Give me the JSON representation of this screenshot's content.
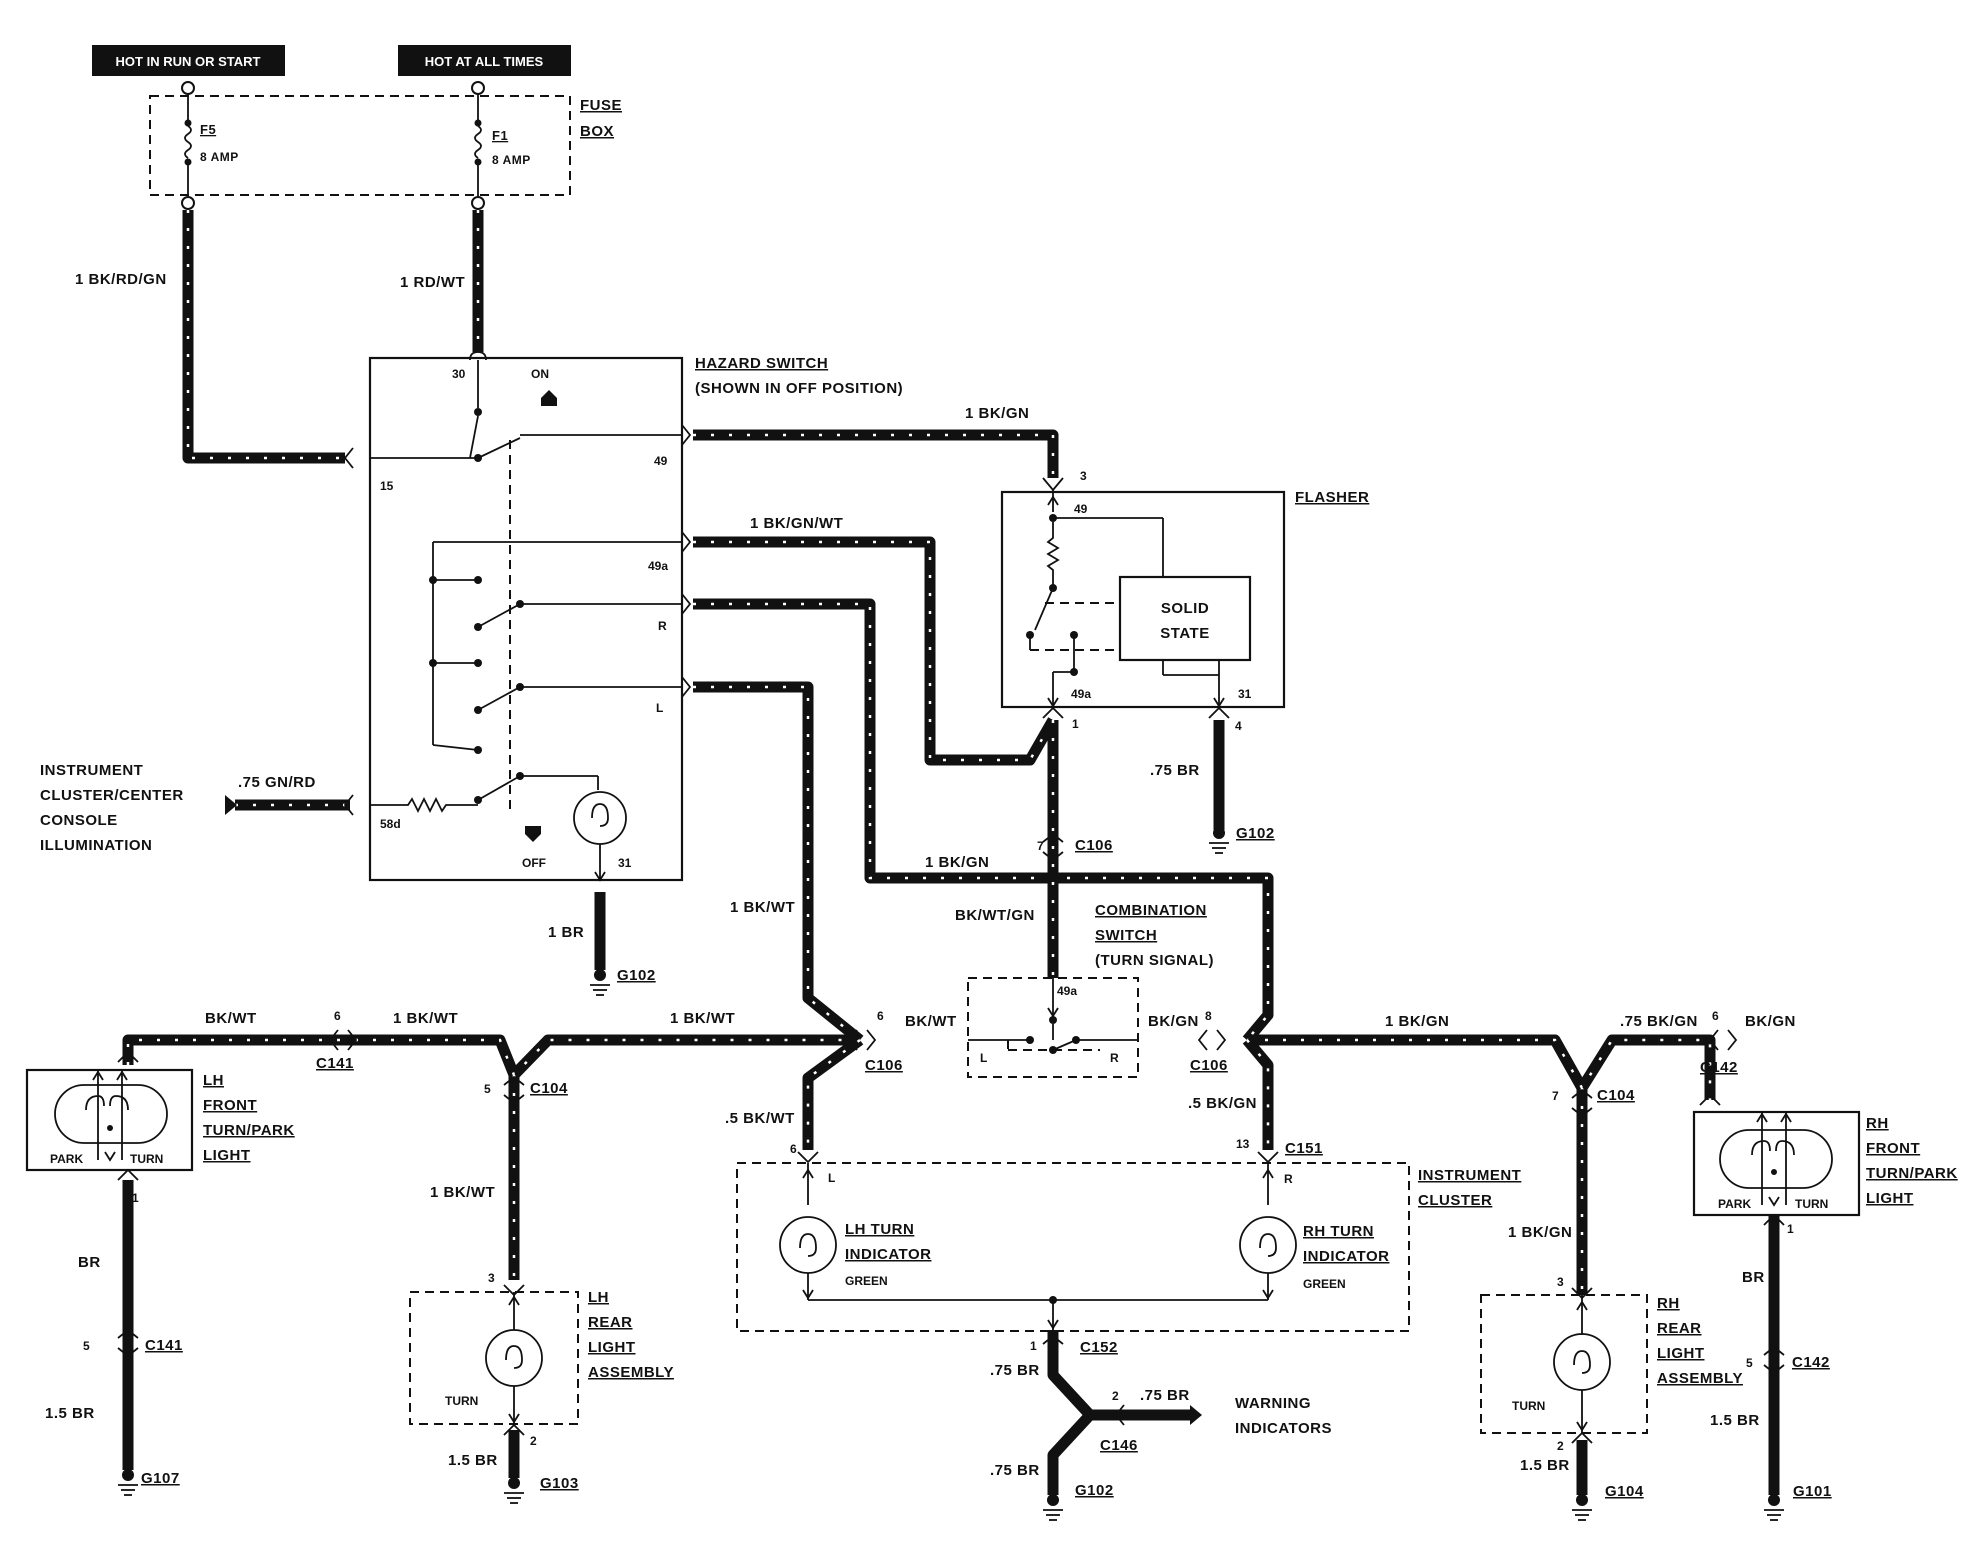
{
  "power": {
    "hot_run_start": "HOT IN RUN OR START",
    "hot_all_times": "HOT AT ALL TIMES"
  },
  "fuse_box": {
    "label_line1": "FUSE",
    "label_line2": "BOX",
    "f5_name": "F5",
    "f5_rating": "8 AMP",
    "f1_name": "F1",
    "f1_rating": "8 AMP"
  },
  "wires": {
    "bk_rd_gn": "1 BK/RD/GN",
    "rd_wt": "1 RD/WT",
    "bk_gn_1": "1 BK/GN",
    "bk_gn_wt": "1 BK/GN/WT",
    "gn_rd": ".75 GN/RD",
    "br_75_flasher": ".75 BR",
    "br_1_hazard": "1 BR",
    "bk_gn_mid": "1 BK/GN",
    "bk_wt_vert": "1 BK/WT",
    "bk_wt_gn": "BK/WT/GN",
    "bk_wt_lh": "BK/WT",
    "bk_wt_1a": "1 BK/WT",
    "bk_wt_1b": "1 BK/WT",
    "bk_wt_c106": "BK/WT",
    "bk_gn_c106": "BK/GN",
    "bk_gn_right": "1 BK/GN",
    "bk_gn_75": ".75 BK/GN",
    "bk_gn_rh": "BK/GN",
    "bk_wt_5": ".5 BK/WT",
    "bk_gn_5": ".5 BK/GN",
    "bk_wt_rear_lh": "1 BK/WT",
    "bk_gn_rear_rh": "1 BK/GN",
    "br_lh_front": "BR",
    "br_15_lh": "1.5 BR",
    "br_15_lh_rear": "1.5 BR",
    "br_75_c152": ".75 BR",
    "br_75_c146": ".75 BR",
    "br_75_g102": ".75 BR",
    "br_15_rh_rear": "1.5 BR",
    "br_rh_front": "BR",
    "br_15_rh": "1.5 BR"
  },
  "hazard_switch": {
    "title": "HAZARD SWITCH",
    "subtitle": "(SHOWN IN OFF POSITION)",
    "on": "ON",
    "off": "OFF",
    "pin_30": "30",
    "pin_15": "15",
    "pin_49": "49",
    "pin_49a": "49a",
    "pin_r": "R",
    "pin_l": "L",
    "pin_58d": "58d",
    "pin_31": "31"
  },
  "flasher": {
    "title": "FLASHER",
    "solid_state_1": "SOLID",
    "solid_state_2": "STATE",
    "pin_3": "3",
    "pin_49": "49",
    "pin_49a": "49a",
    "pin_31": "31",
    "pin_1": "1",
    "pin_4": "4"
  },
  "illumination": {
    "line1": "INSTRUMENT",
    "line2": "CLUSTER/CENTER",
    "line3": "CONSOLE",
    "line4": "ILLUMINATION"
  },
  "combination_switch": {
    "line1": "COMBINATION",
    "line2": "SWITCH",
    "line3": "(TURN SIGNAL)",
    "pin_49a": "49a",
    "pin_l": "L",
    "pin_r": "R"
  },
  "connectors": {
    "c106_top": "C106",
    "c106_pin7": "7",
    "c106_left": "C106",
    "c106_left_pin": "6",
    "c106_right": "C106",
    "c106_right_pin": "8",
    "c141_top": "C141",
    "c141_top_pin": "6",
    "c104_left": "C104",
    "c104_left_pin": "5",
    "c104_right": "C104",
    "c104_right_pin": "7",
    "c142_top": "C142",
    "c142_top_pin": "6",
    "c151": "C151",
    "c151_pin": "13",
    "c151_pin6": "6",
    "c152": "C152",
    "c152_pin": "1",
    "c146": "C146",
    "c146_pin": "2",
    "c141_bottom": "C141",
    "c141_bottom_pin": "5",
    "c142_bottom": "C142",
    "c142_bottom_pin": "5"
  },
  "grounds": {
    "g102_hazard": "G102",
    "g102_flasher": "G102",
    "g107": "G107",
    "g103": "G103",
    "g102_cluster": "G102",
    "g104": "G104",
    "g101": "G101"
  },
  "lh_front": {
    "line1": "LH",
    "line2": "FRONT",
    "line3": "TURN/PARK",
    "line4": "LIGHT",
    "park": "PARK",
    "turn": "TURN",
    "pin": "1"
  },
  "rh_front": {
    "line1": "RH",
    "line2": "FRONT",
    "line3": "TURN/PARK",
    "line4": "LIGHT",
    "park": "PARK",
    "turn": "TURN",
    "pin": "1"
  },
  "lh_rear": {
    "line1": "LH",
    "line2": "REAR",
    "line3": "LIGHT",
    "line4": "ASSEMBLY",
    "turn": "TURN",
    "pin_top": "3",
    "pin_bottom": "2"
  },
  "rh_rear": {
    "line1": "RH",
    "line2": "REAR",
    "line3": "LIGHT",
    "line4": "ASSEMBLY",
    "turn": "TURN",
    "pin_top": "3",
    "pin_bottom": "2"
  },
  "instrument_cluster": {
    "line1": "INSTRUMENT",
    "line2": "CLUSTER",
    "lh_1": "LH TURN",
    "lh_2": "INDICATOR",
    "lh_color": "GREEN",
    "rh_1": "RH TURN",
    "rh_2": "INDICATOR",
    "rh_color": "GREEN",
    "pin_l": "L",
    "pin_r": "R"
  },
  "warning": {
    "line1": "WARNING",
    "line2": "INDICATORS"
  }
}
